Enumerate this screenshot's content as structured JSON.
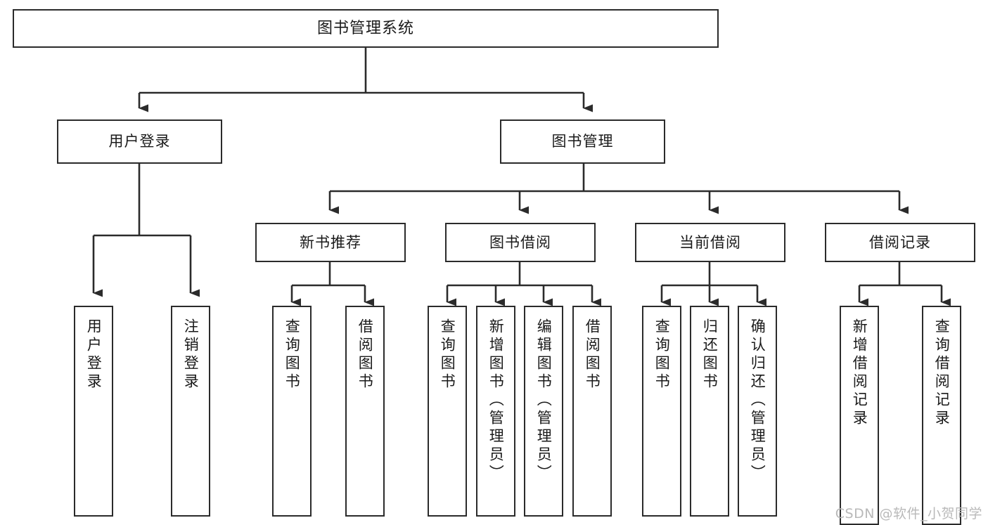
{
  "diagram": {
    "title": "图书管理系统",
    "type": "hierarchy-tree",
    "line_color": "#2b2b2b",
    "box_fill": "#ffffff",
    "text_color": "#1a1a1a"
  },
  "watermark": {
    "text": "CSDN @软件_小贺同学",
    "color": "#b9b9b9"
  },
  "nodes": {
    "root": {
      "label": "图书管理系统"
    },
    "level2": [
      {
        "label": "用户登录"
      },
      {
        "label": "图书管理"
      }
    ],
    "level3": [
      {
        "label": "新书推荐"
      },
      {
        "label": "图书借阅"
      },
      {
        "label": "当前借阅"
      },
      {
        "label": "借阅记录"
      }
    ],
    "leaves": {
      "user_login": [
        {
          "label": "用户登录"
        },
        {
          "label": "注销登录"
        }
      ],
      "new_book": [
        {
          "label": "查询图书"
        },
        {
          "label": "借阅图书"
        }
      ],
      "book_borrow": [
        {
          "label": "查询图书"
        },
        {
          "label": "新增图书（管理员）"
        },
        {
          "label": "编辑图书（管理员）"
        },
        {
          "label": "借阅图书"
        }
      ],
      "current_borrow": [
        {
          "label": "查询图书"
        },
        {
          "label": "归还图书"
        },
        {
          "label": "确认归还（管理员）"
        }
      ],
      "borrow_record": [
        {
          "label": "新增借阅记录"
        },
        {
          "label": "查询借阅记录"
        }
      ]
    }
  }
}
